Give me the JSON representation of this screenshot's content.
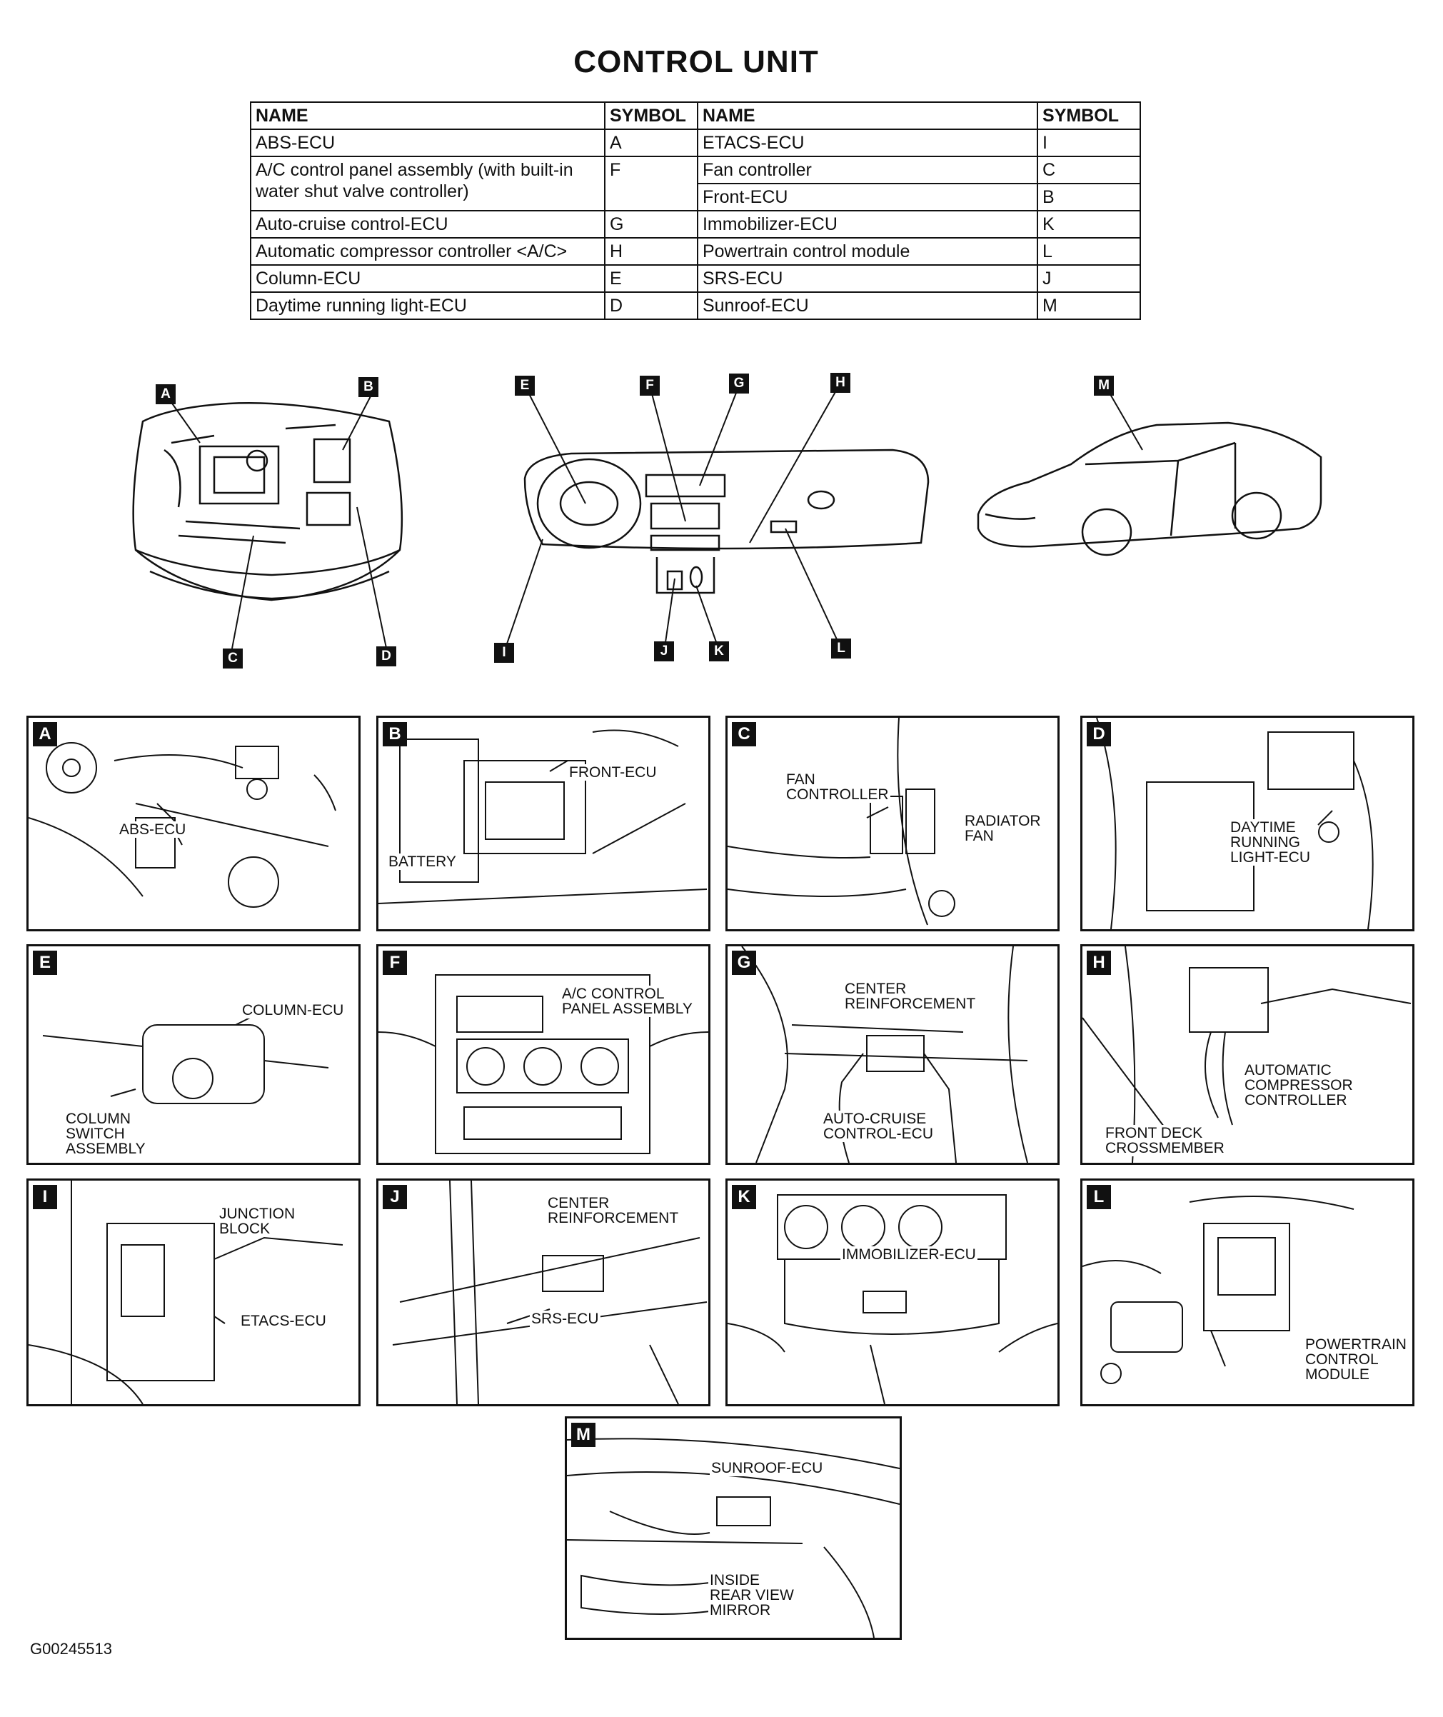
{
  "title": "CONTROL UNIT",
  "table": {
    "headers": [
      "NAME",
      "SYMBOL",
      "NAME",
      "SYMBOL"
    ],
    "rows": [
      {
        "name1": "ABS-ECU",
        "sym1": "A",
        "name2": "ETACS-ECU",
        "sym2": "I"
      },
      {
        "name1": "A/C control panel assembly (with built-in water shut valve controller)",
        "sym1": "F",
        "name2": "Fan controller",
        "sym2": "C"
      },
      {
        "name1": "",
        "sym1": "",
        "name2": "Front-ECU",
        "sym2": "B"
      },
      {
        "name1": "Auto-cruise control-ECU",
        "sym1": "G",
        "name2": "Immobilizer-ECU",
        "sym2": "K"
      },
      {
        "name1": "Automatic compressor controller <A/C>",
        "sym1": "H",
        "name2": "Powertrain control module",
        "sym2": "L"
      },
      {
        "name1": "Column-ECU",
        "sym1": "E",
        "name2": "SRS-ECU",
        "sym2": "J"
      },
      {
        "name1": "Daytime running light-ECU",
        "sym1": "D",
        "name2": "Sunroof-ECU",
        "sym2": "M"
      }
    ]
  },
  "overview_labels": [
    "A",
    "B",
    "C",
    "D",
    "E",
    "F",
    "G",
    "H",
    "I",
    "J",
    "K",
    "L",
    "M"
  ],
  "panels": [
    {
      "letter": "A",
      "callouts": [
        "ABS-ECU"
      ]
    },
    {
      "letter": "B",
      "callouts": [
        "FRONT-ECU",
        "BATTERY"
      ]
    },
    {
      "letter": "C",
      "callouts": [
        "FAN\nCONTROLLER",
        "RADIATOR\nFAN"
      ]
    },
    {
      "letter": "D",
      "callouts": [
        "DAYTIME\nRUNNING\nLIGHT-ECU"
      ]
    },
    {
      "letter": "E",
      "callouts": [
        "COLUMN-ECU",
        "COLUMN\nSWITCH\nASSEMBLY"
      ]
    },
    {
      "letter": "F",
      "callouts": [
        "A/C CONTROL\nPANEL ASSEMBLY"
      ]
    },
    {
      "letter": "G",
      "callouts": [
        "CENTER\nREINFORCEMENT",
        "AUTO-CRUISE\nCONTROL-ECU"
      ]
    },
    {
      "letter": "H",
      "callouts": [
        "AUTOMATIC\nCOMPRESSOR\nCONTROLLER",
        "FRONT DECK\nCROSSMEMBER"
      ]
    },
    {
      "letter": "I",
      "callouts": [
        "JUNCTION\nBLOCK",
        "ETACS-ECU"
      ]
    },
    {
      "letter": "J",
      "callouts": [
        "CENTER\nREINFORCEMENT",
        "SRS-ECU"
      ]
    },
    {
      "letter": "K",
      "callouts": [
        "IMMOBILIZER-ECU"
      ]
    },
    {
      "letter": "L",
      "callouts": [
        "POWERTRAIN\nCONTROL\nMODULE"
      ]
    },
    {
      "letter": "M",
      "callouts": [
        "SUNROOF-ECU",
        "INSIDE\nREAR VIEW\nMIRROR"
      ]
    }
  ],
  "figure_id": "G00245513"
}
